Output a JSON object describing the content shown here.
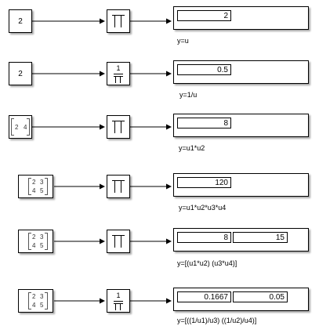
{
  "rows": [
    {
      "source": {
        "kind": "scalar",
        "value": "2"
      },
      "operator": {
        "kind": "product"
      },
      "display": [
        "2"
      ],
      "label": "y=u"
    },
    {
      "source": {
        "kind": "scalar",
        "value": "2"
      },
      "operator": {
        "kind": "reciprocal",
        "numerator": "1"
      },
      "display": [
        "0.5"
      ],
      "label": "y=1/u"
    },
    {
      "source": {
        "kind": "vector",
        "values": [
          "2",
          "4"
        ]
      },
      "operator": {
        "kind": "product"
      },
      "display": [
        "8"
      ],
      "label": "y=u1*u2"
    },
    {
      "source": {
        "kind": "matrix",
        "values": [
          "2",
          "3",
          "4",
          "5"
        ]
      },
      "operator": {
        "kind": "product"
      },
      "display": [
        "120"
      ],
      "label": "y=u1*u2*u3*u4"
    },
    {
      "source": {
        "kind": "matrix",
        "values": [
          "2",
          "3",
          "4",
          "5"
        ]
      },
      "operator": {
        "kind": "product"
      },
      "display": [
        "8",
        "15"
      ],
      "label": "y=[(u1*u2) (u3*u4)]"
    },
    {
      "source": {
        "kind": "matrix",
        "values": [
          "2",
          "3",
          "4",
          "5"
        ]
      },
      "operator": {
        "kind": "reciprocal",
        "numerator": "1"
      },
      "display": [
        "0.1667",
        "0.05"
      ],
      "label": "y=[((1/u1)/u3) ((1/u2)/u4)]"
    }
  ]
}
